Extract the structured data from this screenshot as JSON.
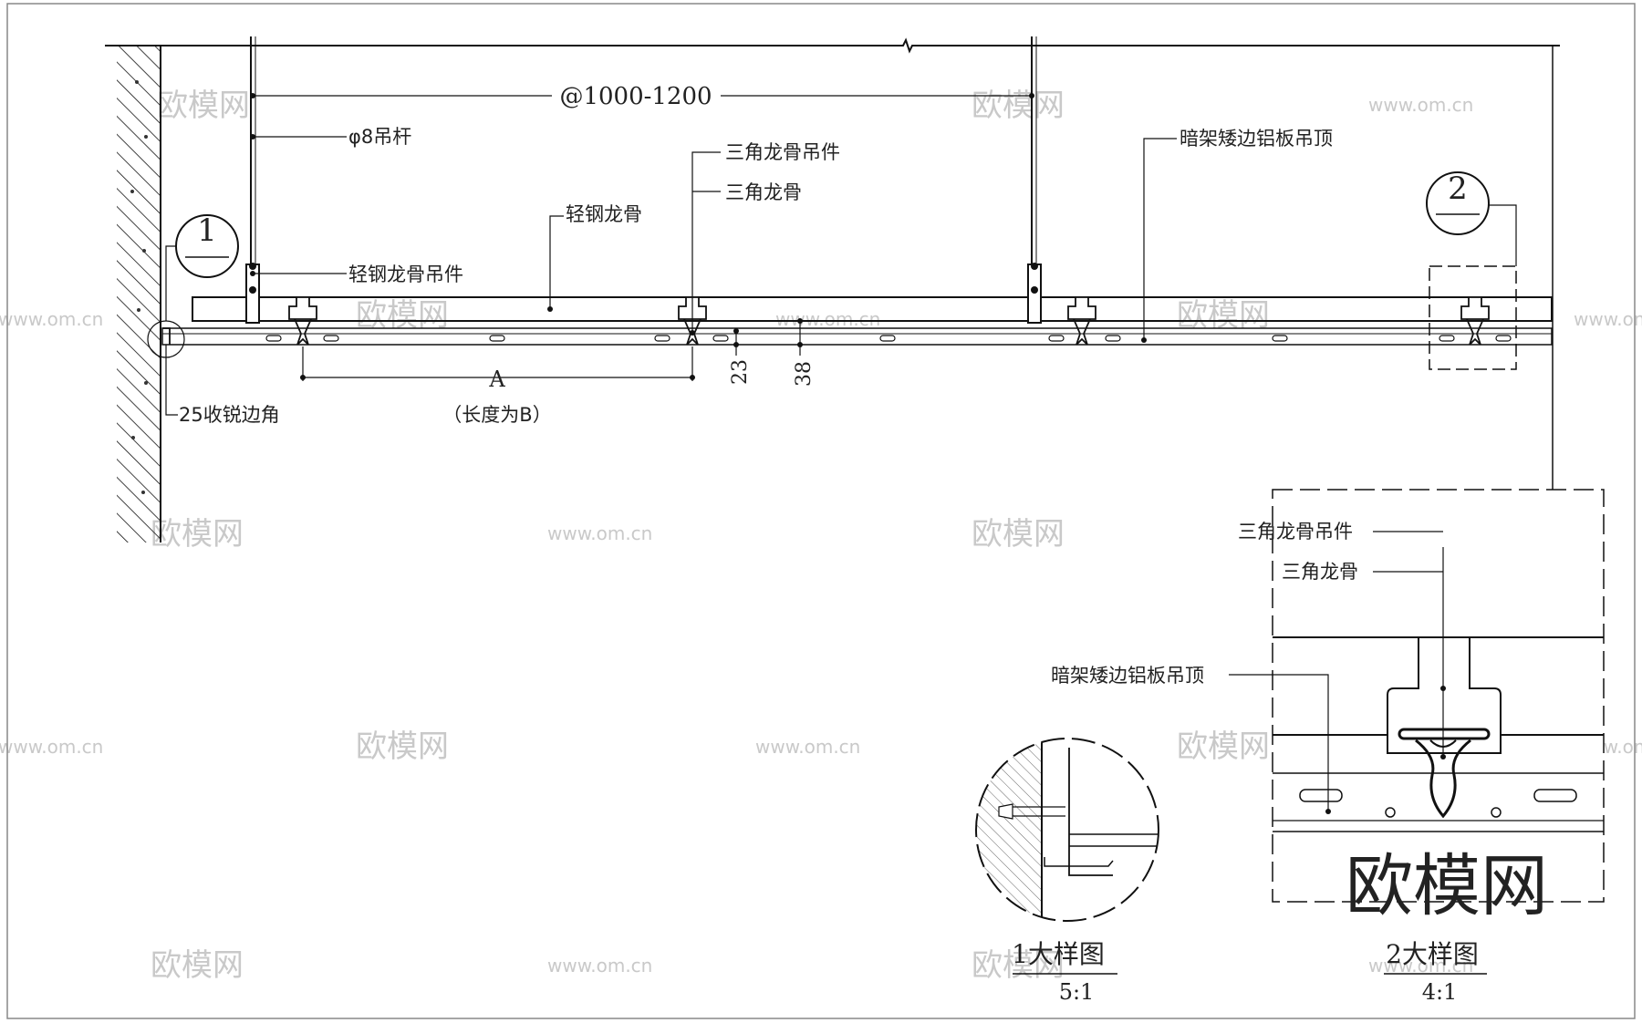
{
  "title_detail_1": "1大样图",
  "scale_detail_1": "5:1",
  "title_detail_2": "2大样图",
  "scale_detail_2": "4:1",
  "callout_1": "1",
  "callout_2": "2",
  "labels": {
    "spacing": "@1000-1200",
    "rod": "φ8吊杆",
    "triangle_hanger": "三角龙骨吊件",
    "triangle_keel": "三角龙骨",
    "ceiling": "暗架矮边铝板吊顶",
    "light_keel": "轻钢龙骨",
    "light_keel_hanger": "轻钢龙骨吊件",
    "edge_angle": "25收锐边角",
    "dim_a": "A",
    "length_b": "（长度为B）",
    "dim_23": "23",
    "dim_38": "38"
  },
  "detail2_labels": {
    "triangle_hanger": "三角龙骨吊件",
    "triangle_keel": "三角龙骨",
    "ceiling": "暗架矮边铝板吊顶"
  },
  "watermark": {
    "logo_text": "欧模网",
    "site_text": "www.om.cn",
    "big_logo": "欧模网"
  }
}
